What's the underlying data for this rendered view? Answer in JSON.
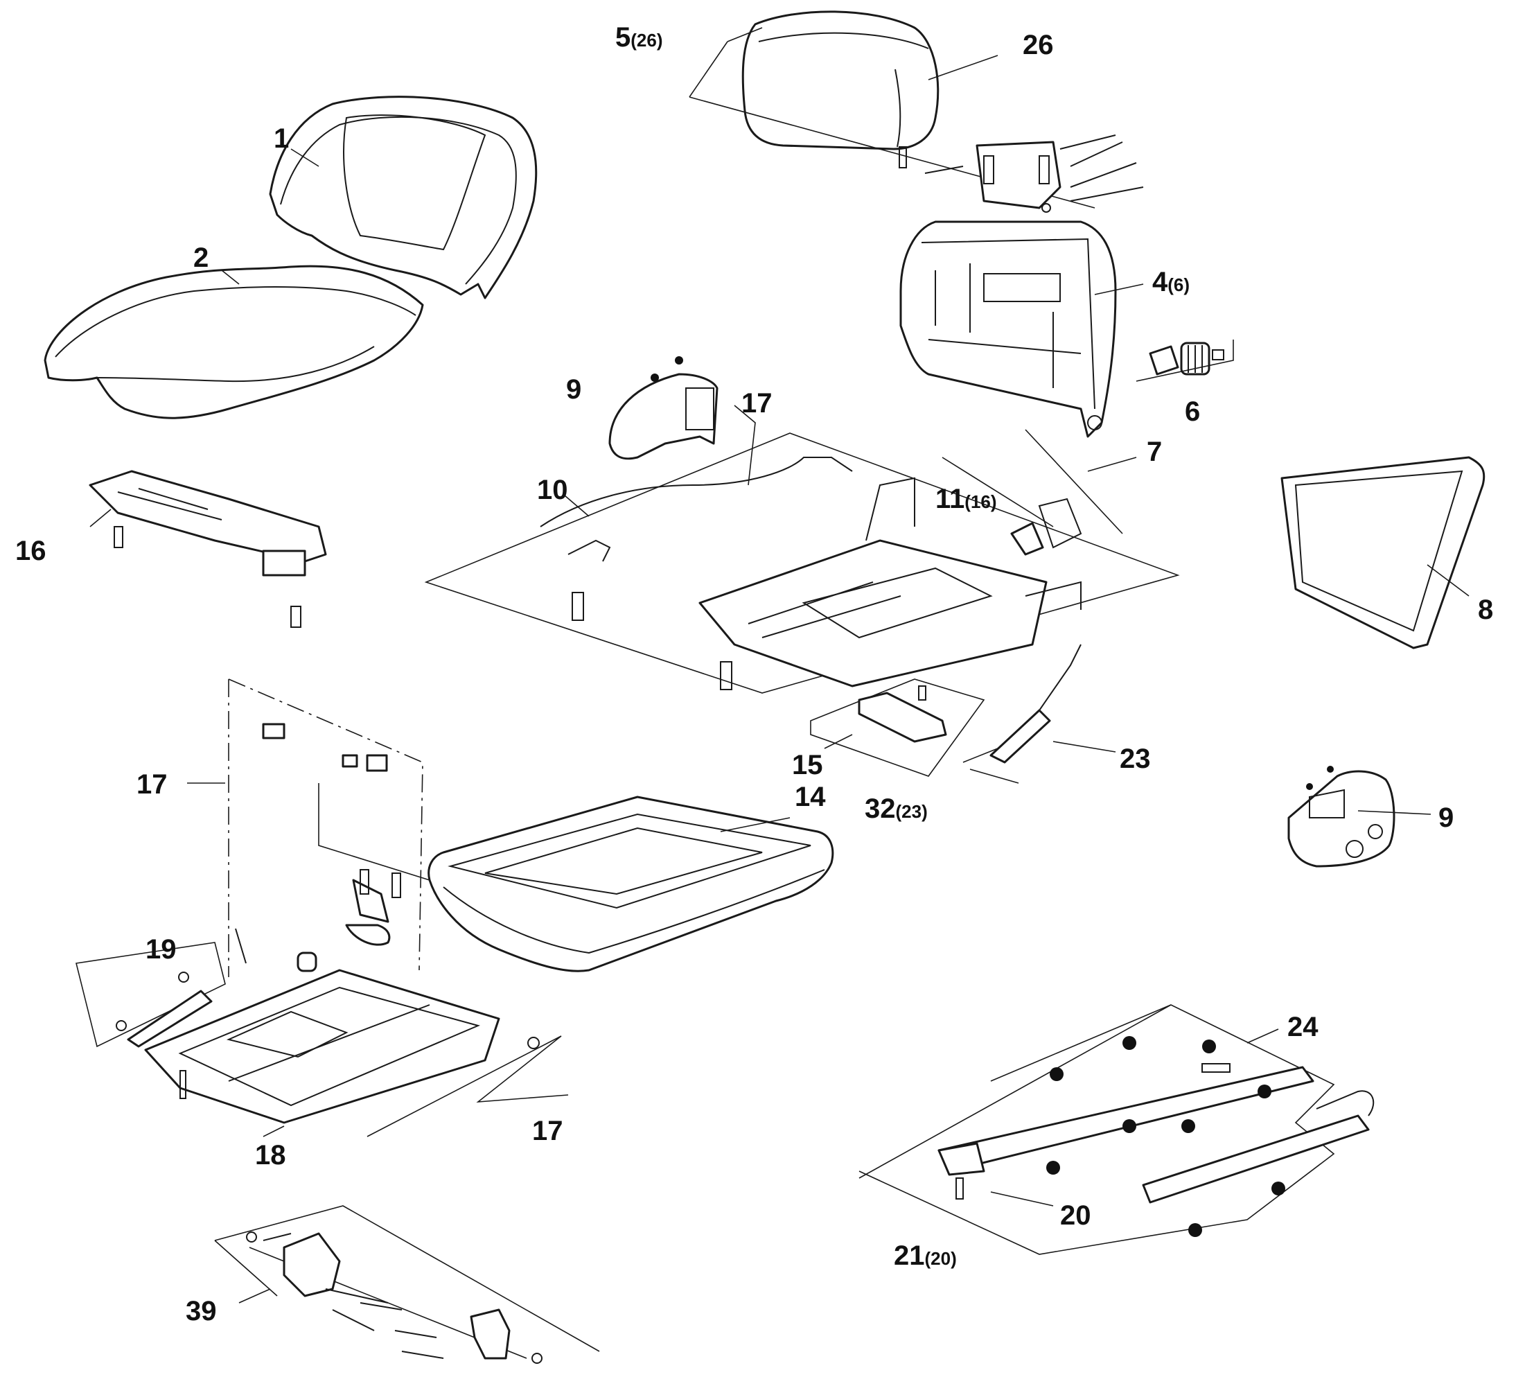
{
  "callouts": [
    {
      "id": "c26",
      "num": "26",
      "sub": ""
    },
    {
      "id": "c5",
      "num": "5",
      "sub": "(26)"
    },
    {
      "id": "c1",
      "num": "1",
      "sub": ""
    },
    {
      "id": "c2",
      "num": "2",
      "sub": ""
    },
    {
      "id": "c4",
      "num": "4",
      "sub": "(6)"
    },
    {
      "id": "c6",
      "num": "6",
      "sub": ""
    },
    {
      "id": "c9a",
      "num": "9",
      "sub": ""
    },
    {
      "id": "c17a",
      "num": "17",
      "sub": ""
    },
    {
      "id": "c7",
      "num": "7",
      "sub": ""
    },
    {
      "id": "c10",
      "num": "10",
      "sub": ""
    },
    {
      "id": "c11",
      "num": "11",
      "sub": "(16)"
    },
    {
      "id": "c16",
      "num": "16",
      "sub": ""
    },
    {
      "id": "c8",
      "num": "8",
      "sub": ""
    },
    {
      "id": "c15",
      "num": "15",
      "sub": ""
    },
    {
      "id": "c23",
      "num": "23",
      "sub": ""
    },
    {
      "id": "c32",
      "num": "32",
      "sub": "(23)"
    },
    {
      "id": "c17b",
      "num": "17",
      "sub": ""
    },
    {
      "id": "c14",
      "num": "14",
      "sub": ""
    },
    {
      "id": "c9b",
      "num": "9",
      "sub": ""
    },
    {
      "id": "c19",
      "num": "19",
      "sub": ""
    },
    {
      "id": "c24",
      "num": "24",
      "sub": ""
    },
    {
      "id": "c17c",
      "num": "17",
      "sub": ""
    },
    {
      "id": "c18",
      "num": "18",
      "sub": ""
    },
    {
      "id": "c20",
      "num": "20",
      "sub": ""
    },
    {
      "id": "c21",
      "num": "21",
      "sub": "(20)"
    },
    {
      "id": "c39",
      "num": "39",
      "sub": ""
    }
  ]
}
